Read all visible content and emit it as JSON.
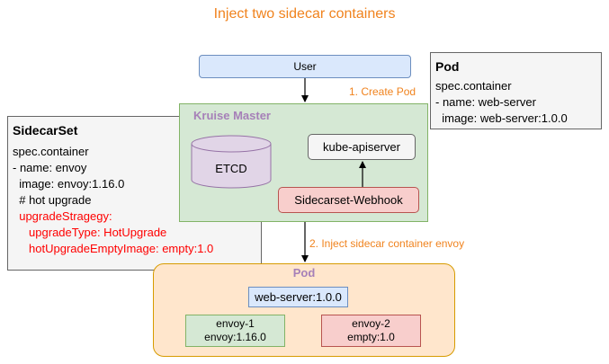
{
  "title": "Inject two sidecar containers",
  "user": {
    "label": "User"
  },
  "edges": {
    "create_pod": "1. Create Pod",
    "inject": "2. Inject sidecar container envoy"
  },
  "pod_note": {
    "title": "Pod",
    "lines": [
      "spec.container",
      "- name: web-server",
      "  image: web-server:1.0.0"
    ]
  },
  "sidecarset_note": {
    "title": "SidecarSet",
    "lines": [
      "spec.container",
      "- name: envoy",
      "  image: envoy:1.16.0",
      "  # hot upgrade"
    ],
    "red_lines": [
      "  upgradeStragegy:",
      "     upgradeType: HotUpgrade",
      "     hotUpgradeEmptyImage: empty:1.0"
    ]
  },
  "master": {
    "label": "Kruise Master",
    "etcd": "ETCD",
    "apiserver": "kube-apiserver",
    "webhook": "Sidecarset-Webhook"
  },
  "pod_group": {
    "label": "Pod",
    "web_server": "web-server:1.0.0",
    "envoy1": {
      "name": "envoy-1",
      "image": "envoy:1.16.0"
    },
    "envoy2": {
      "name": "envoy-2",
      "image": "empty:1.0"
    }
  },
  "colors": {
    "accent_orange": "#f0831e",
    "purple_label": "#a680b8",
    "blue_fill": "#dae8fc",
    "green_fill": "#d5e8d4",
    "red_fill": "#f8cecc",
    "orange_fill": "#ffe6cc",
    "grey_fill": "#f5f5f5",
    "red_text": "#ff0000"
  }
}
